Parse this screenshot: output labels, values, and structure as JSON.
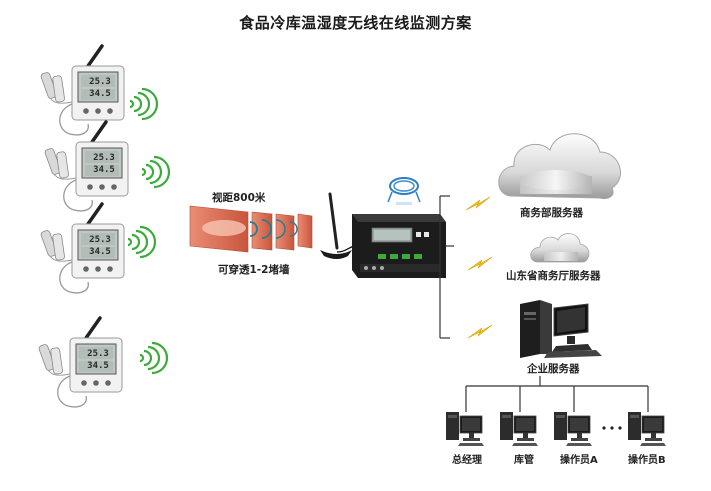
{
  "title": "食品冷库温湿度无线在线监测方案",
  "sensor": {
    "screen_top": "25.3",
    "screen_bottom": "34.5"
  },
  "wireless": {
    "range_label": "视距800米",
    "penetration_label": "可穿透1-2堵墙"
  },
  "servers": {
    "business_bureau": "商务部服务器",
    "provincial": "山东省商务厅服务器",
    "enterprise": "企业服务器"
  },
  "clients": [
    "总经理",
    "库管",
    "操作员A",
    "操作员B"
  ],
  "colors": {
    "wifi": "#3cab3c",
    "bolt": "#f3c318",
    "wall": "#d9735a",
    "line": "#333333"
  }
}
